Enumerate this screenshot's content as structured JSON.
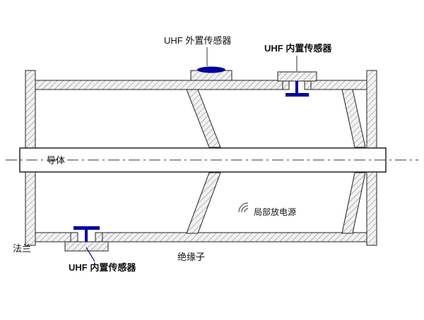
{
  "diagram": {
    "labels": {
      "uhf_external_sensor": "UHF 外置传感器",
      "uhf_internal_sensor_top": "UHF 内置传感器",
      "uhf_internal_sensor_bottom": "UHF 内置传感器",
      "conductor": "导体",
      "flange": "法兰",
      "insulator": "绝缘子",
      "pd_source": "局部放电源"
    },
    "colors": {
      "sensor_blue": "#0000a0",
      "line_black": "#222222"
    }
  }
}
